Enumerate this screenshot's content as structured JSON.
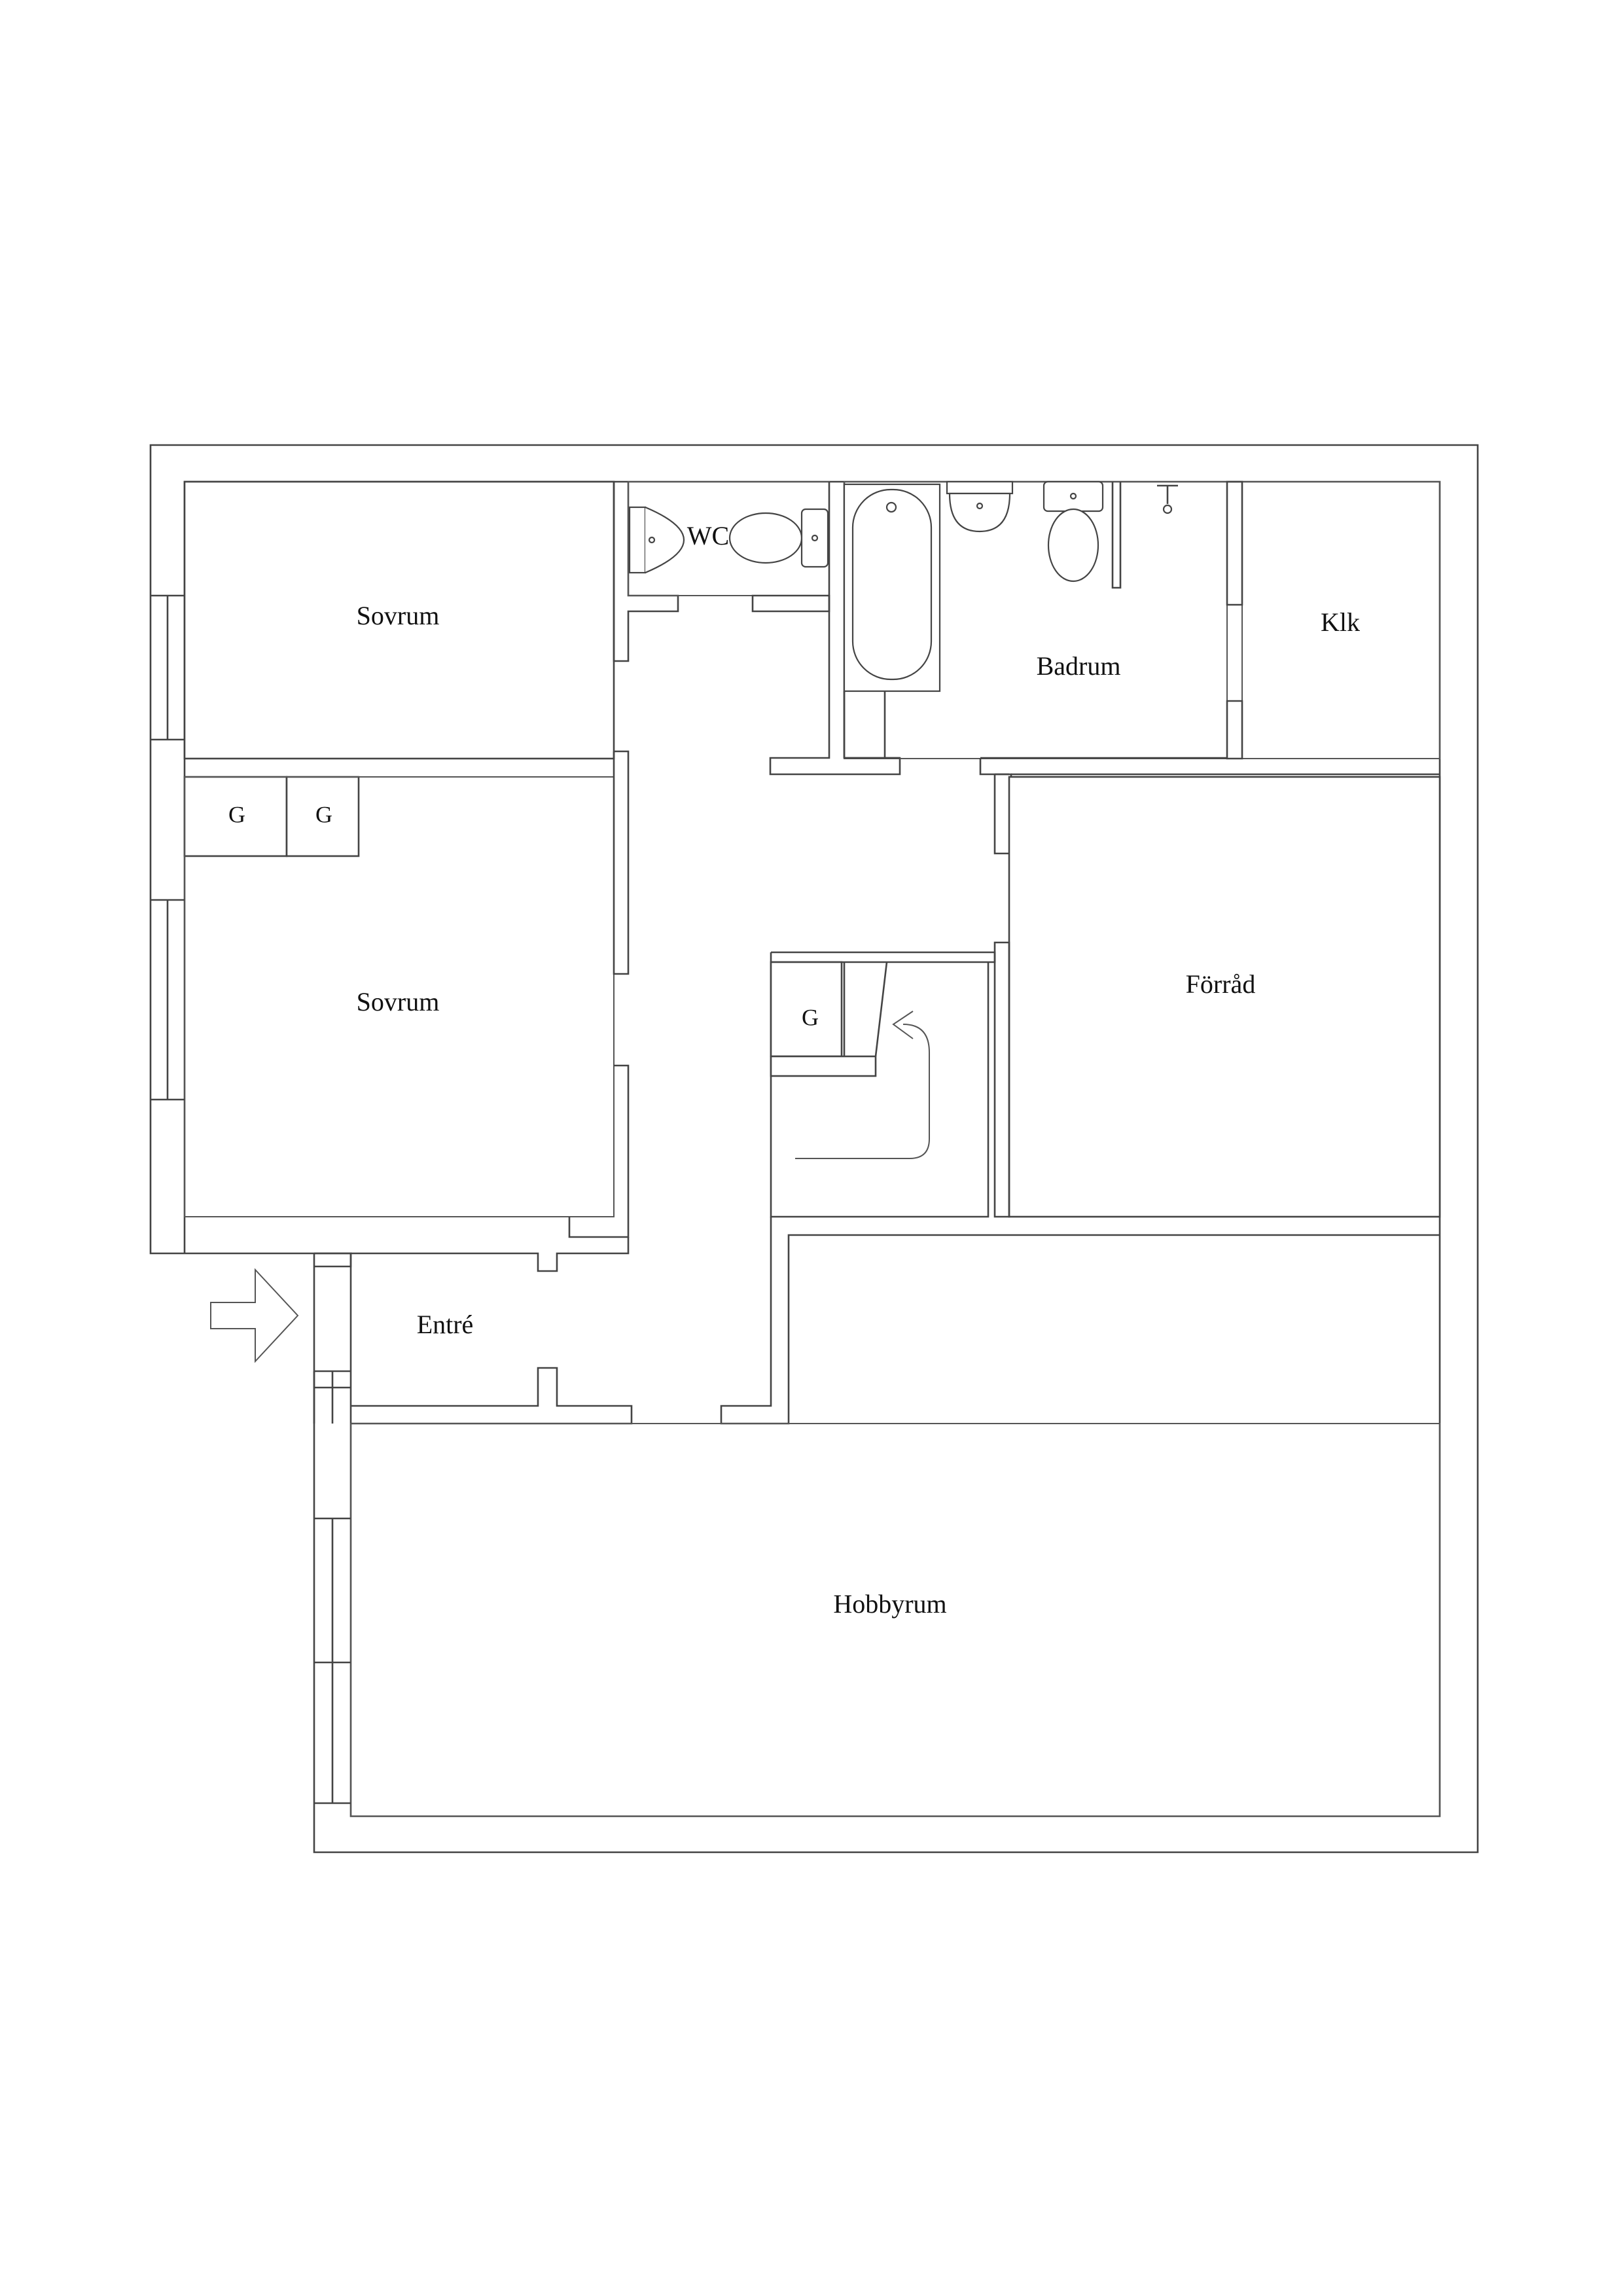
{
  "rooms": {
    "sovrum_top": "Sovrum",
    "wc": "WC",
    "badrum": "Badrum",
    "klk": "Klk",
    "sovrum_mid": "Sovrum",
    "forrad": "Förråd",
    "entre": "Entré",
    "hobbyrum": "Hobbyrum"
  },
  "closets": {
    "g1": "G",
    "g2": "G",
    "g3": "G"
  }
}
